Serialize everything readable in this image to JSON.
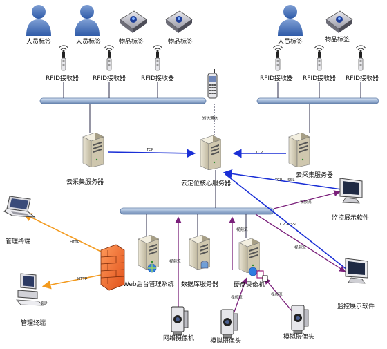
{
  "labels": {
    "person_tag_1": "人员标签",
    "person_tag_2": "人员标签",
    "item_tag_1": "物品标签",
    "item_tag_2": "物品标签",
    "person_tag_3": "人员标签",
    "item_tag_3": "物品标签",
    "rfid_1": "RFID接收器",
    "rfid_2": "RFID接收器",
    "rfid_3": "RFID接收器",
    "rfid_4": "RFID接收器",
    "rfid_5": "RFID接收器",
    "rfid_6": "RFID接收器",
    "cloud_collect_left": "云采集服务器",
    "cloud_collect_right": "云采集服务器",
    "cloud_core": "云定位核心服务器",
    "mgmt_terminal_1": "管理终端",
    "mgmt_terminal_2": "管理终端",
    "web_backend": "Web后台管理系统",
    "db_server": "数据库服务器",
    "dvr": "硬盘录像机",
    "monitor_1": "监控展示软件",
    "monitor_2": "监控展示软件",
    "net_camera": "网络摄像机",
    "analog_camera_1": "模拟摄像头",
    "analog_camera_2": "模拟摄像头"
  },
  "edge_labels": {
    "tcp_left": "TCP",
    "tcp_right": "TCP",
    "tcp_ssl_1": "TCP + SSL",
    "tcp_ssl_2": "TCP + SSL",
    "http_1": "HTTP",
    "http_2": "HTTP",
    "sms": "短信通信",
    "video_1": "视频流",
    "video_2": "视频流",
    "video_3": "视频流",
    "video_4": "视频流",
    "video_5": "视频流",
    "video_6": "视频流"
  },
  "colors": {
    "bus": "#8aa5c8",
    "blue_link": "#1a2fd6",
    "purple_link": "#7a1f7a",
    "orange_link": "#f39a1e",
    "dark_line": "#2b2b4a"
  }
}
